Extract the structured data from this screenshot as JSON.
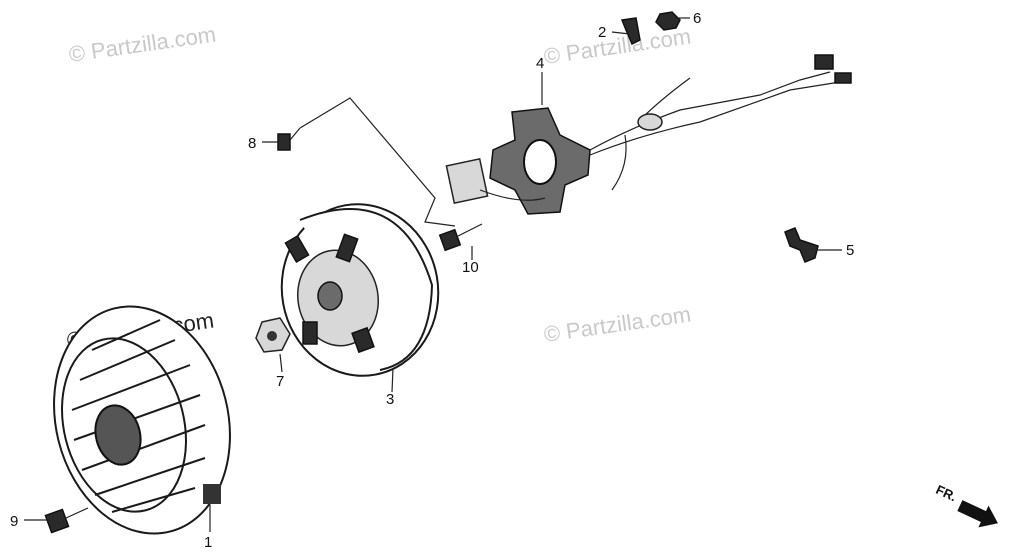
{
  "watermark_text": "© Partzilla.com",
  "direction_label": "FR.",
  "callouts": [
    "1",
    "2",
    "3",
    "4",
    "5",
    "6",
    "7",
    "8",
    "9",
    "10"
  ]
}
